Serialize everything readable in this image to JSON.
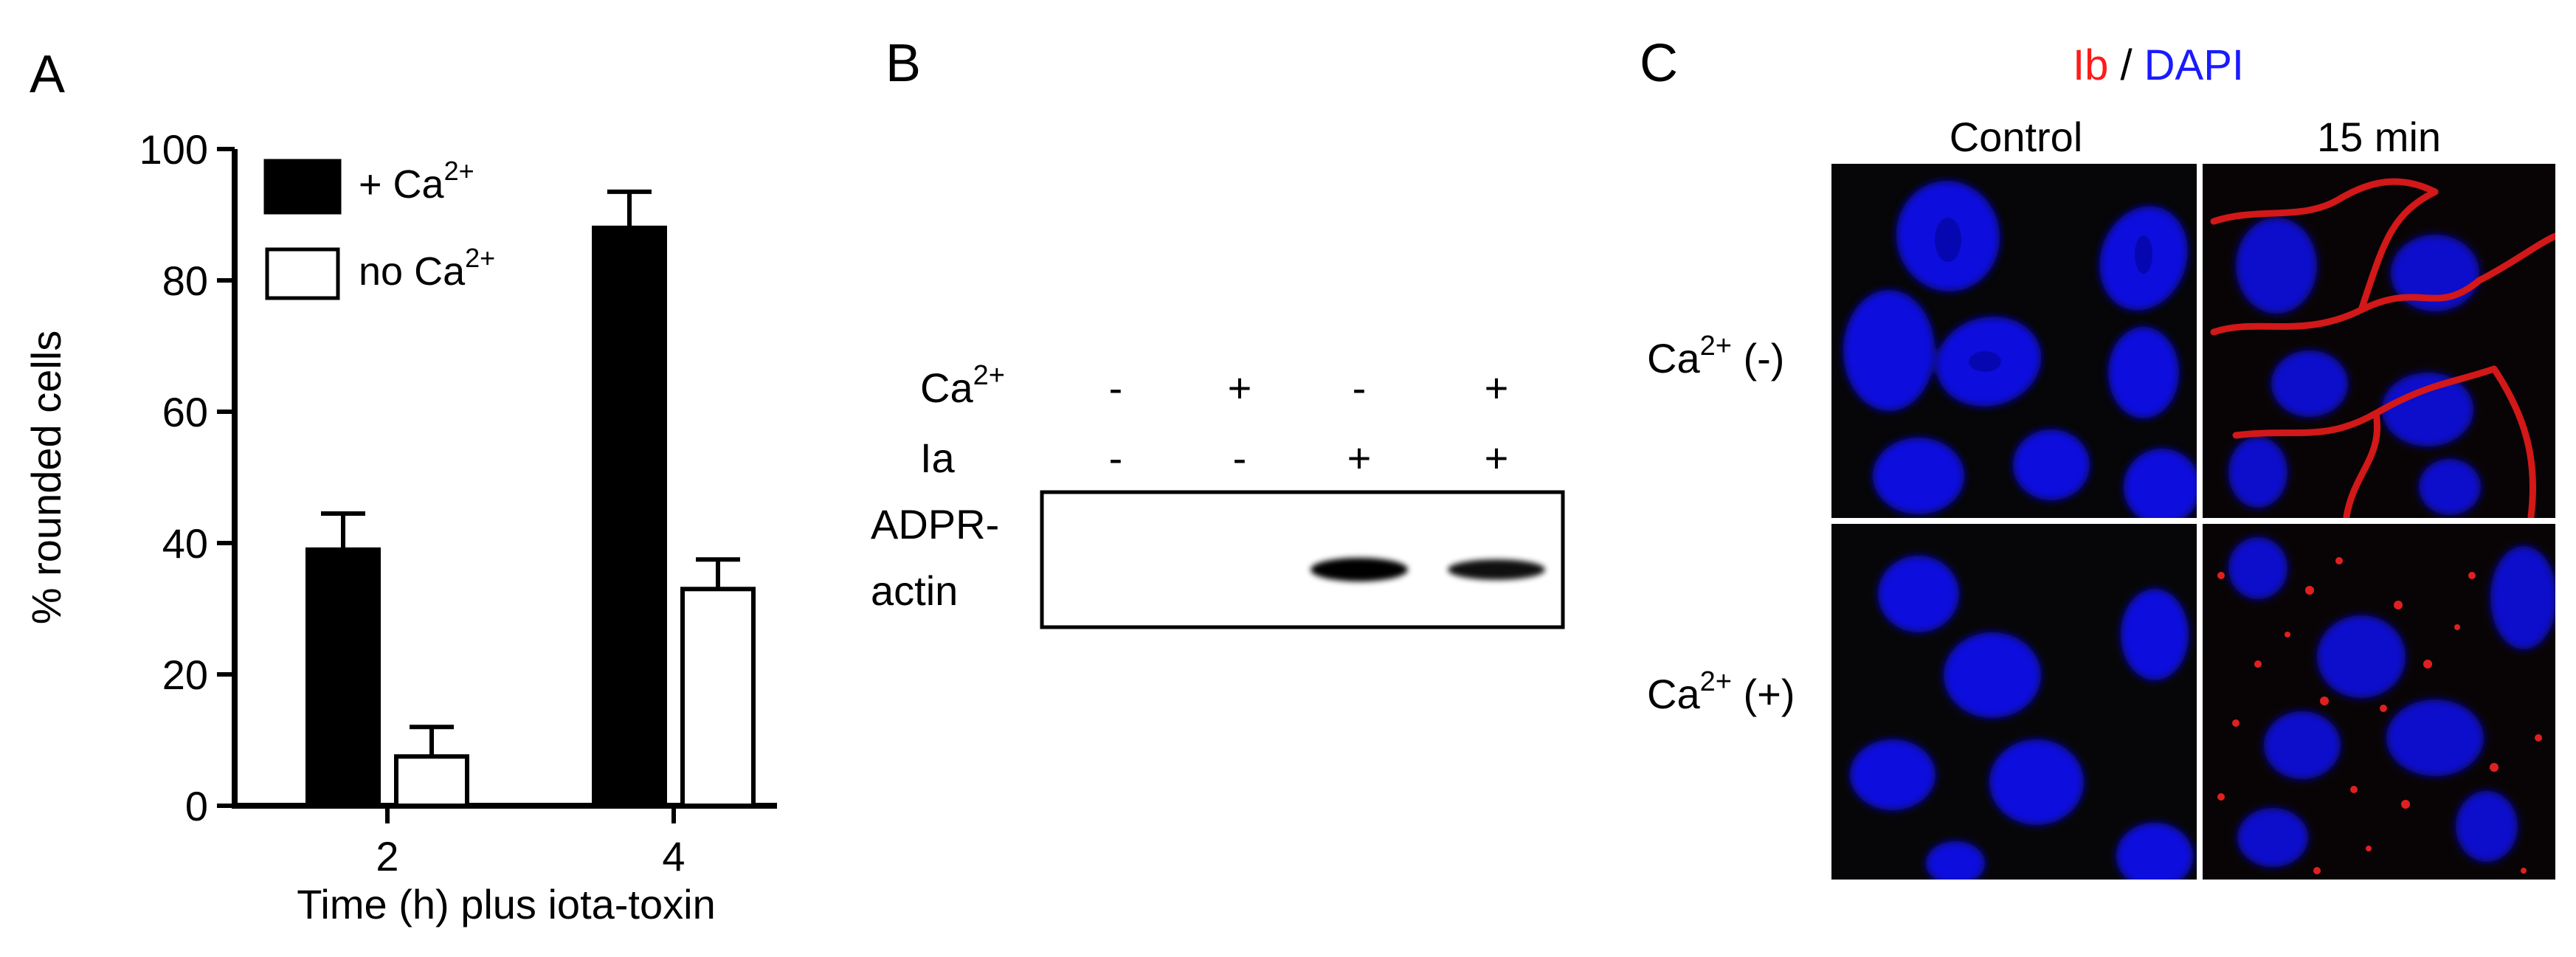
{
  "panels": {
    "a": {
      "label": "A",
      "legend": [
        {
          "text": "+ Ca",
          "sup": "2+",
          "fill": "black"
        },
        {
          "text": "no Ca",
          "sup": "2+",
          "fill": "white"
        }
      ]
    },
    "b": {
      "label": "B",
      "row_labels": [
        {
          "text": "Ca",
          "sup": "2+"
        },
        {
          "text": "Ia",
          "sup": ""
        }
      ],
      "lanes": [
        {
          "ca": "-",
          "ia": "-",
          "band": 0
        },
        {
          "ca": "+",
          "ia": "-",
          "band": 0
        },
        {
          "ca": "-",
          "ia": "+",
          "band": 1
        },
        {
          "ca": "+",
          "ia": "+",
          "band": 0.85
        }
      ],
      "blot_label_line1": "ADPR-",
      "blot_label_line2": "actin"
    },
    "c": {
      "label": "C",
      "stain_red": "Ib",
      "stain_sep": " / ",
      "stain_blue": "DAPI",
      "columns": [
        "Control",
        "15 min"
      ],
      "rows": [
        {
          "text": "Ca",
          "sup": "2+",
          "suffix": " (-)"
        },
        {
          "text": "Ca",
          "sup": "2+",
          "suffix": " (+)"
        }
      ],
      "colors": {
        "red": "#ff1a1a",
        "blue": "#1a1aff"
      }
    }
  },
  "chart_data": {
    "type": "bar",
    "title": "",
    "xlabel": "Time (h) plus iota-toxin",
    "ylabel": "% rounded cells",
    "categories": [
      "2",
      "4"
    ],
    "yticks": [
      0,
      20,
      40,
      60,
      80,
      100
    ],
    "ylim": [
      0,
      100
    ],
    "legend_position": "top-left",
    "series": [
      {
        "name": "+ Ca2+",
        "fill": "black",
        "values": [
          39,
          88
        ],
        "errors": [
          5.5,
          5.5
        ]
      },
      {
        "name": "no Ca2+",
        "fill": "white",
        "values": [
          7.5,
          33
        ],
        "errors": [
          4.5,
          4.5
        ]
      }
    ]
  }
}
